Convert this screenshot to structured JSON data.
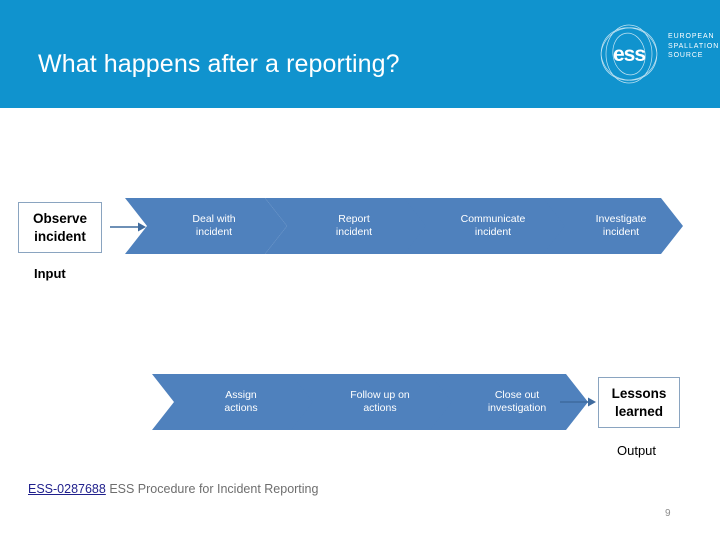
{
  "slide": {
    "title": "What happens after a reporting?",
    "page_number": "9",
    "header_color": "#1093ce",
    "chevron_color": "#4f81bd",
    "link_color": "#1f1f8c"
  },
  "logo": {
    "mark_text": "ess",
    "wordmark_lines": [
      "EUROPEAN",
      "SPALLATION",
      "SOURCE"
    ]
  },
  "flow": {
    "input": {
      "label": "Input",
      "box_lines": [
        "Observe",
        "incident"
      ]
    },
    "output": {
      "label": "Output",
      "box_lines": [
        "Lessons",
        "learned"
      ]
    },
    "top_row": [
      {
        "lines": [
          "Deal with",
          "incident"
        ]
      },
      {
        "lines": [
          "Report",
          "incident"
        ]
      },
      {
        "lines": [
          "Communicate",
          "incident"
        ]
      },
      {
        "lines": [
          "Investigate",
          "incident"
        ]
      }
    ],
    "bottom_row": [
      {
        "lines": [
          "Assign",
          "actions"
        ]
      },
      {
        "lines": [
          "Follow up on",
          "actions"
        ]
      },
      {
        "lines": [
          "Close out",
          "investigation"
        ]
      }
    ]
  },
  "footer": {
    "doc_id": "ESS-0287688",
    "doc_title": " ESS Procedure for Incident Reporting"
  }
}
